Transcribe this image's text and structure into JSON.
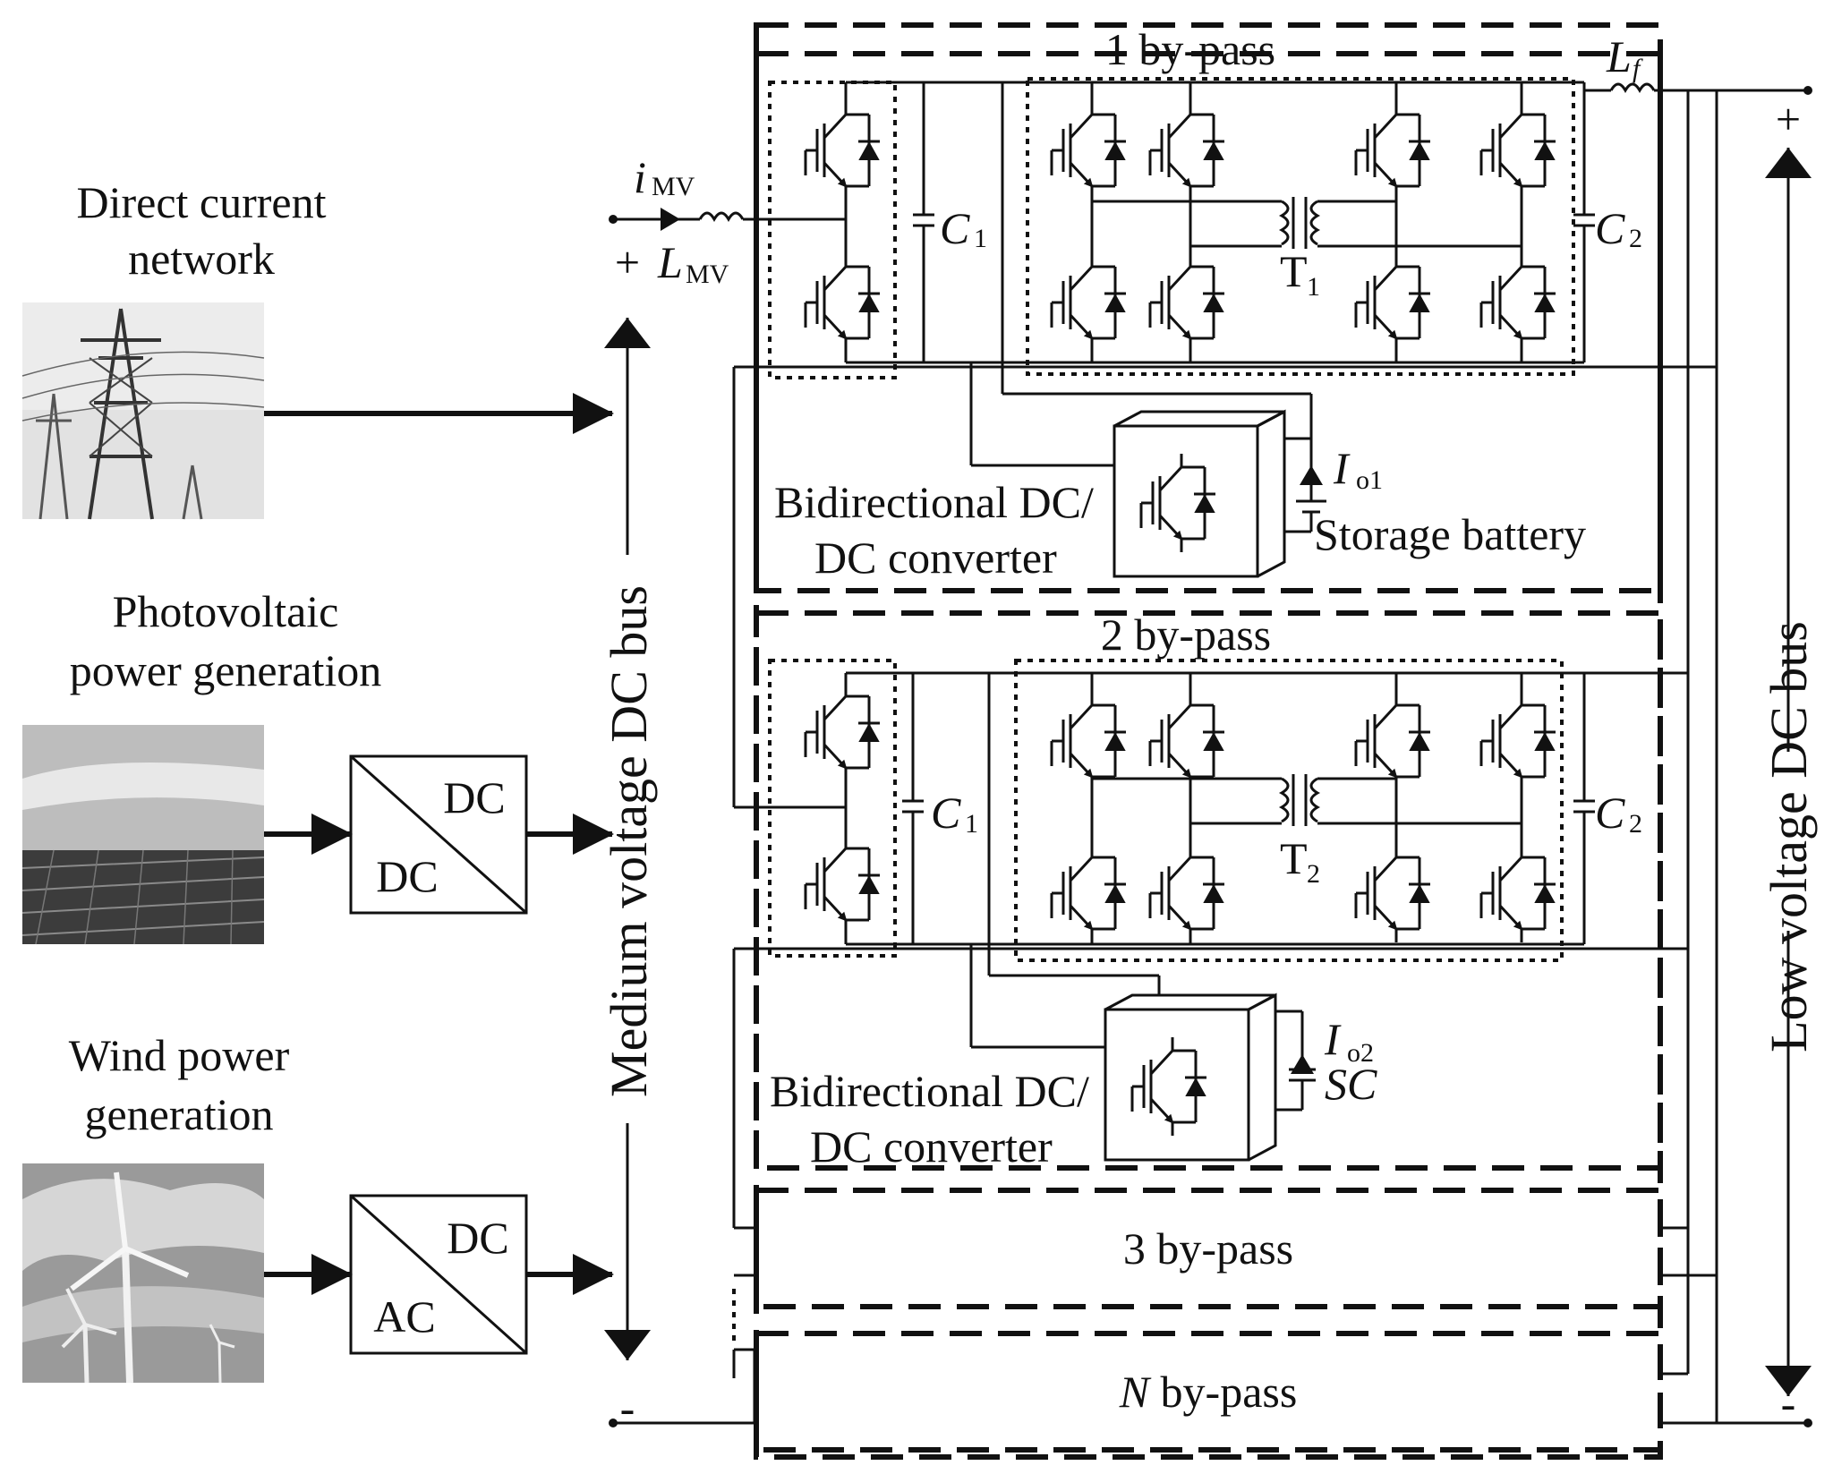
{
  "sources": {
    "dc_network": [
      "Direct current",
      "network"
    ],
    "pv": [
      "Photovoltaic",
      "power generation"
    ],
    "wind": [
      "Wind power",
      "generation"
    ]
  },
  "converters": {
    "pv_top": "DC",
    "pv_bottom": "DC",
    "wind_top": "DC",
    "wind_bottom": "AC"
  },
  "buses": {
    "medium": "Medium voltage DC bus",
    "low": "Low voltage DC bus",
    "plus": "+",
    "minus": "-"
  },
  "components": {
    "i_mv": "i",
    "i_mv_sub": "MV",
    "l_mv": "L",
    "l_mv_sub": "MV",
    "c": "C",
    "c1_sub": "1",
    "c2_sub": "2",
    "t": "T",
    "t1_sub": "1",
    "t2_sub": "2",
    "lf": "L",
    "lf_sub": "f",
    "io": "I",
    "io1_sub": "o1",
    "io2_sub": "o2",
    "sc": "SC"
  },
  "modules": {
    "m1_title": "1 by-pass",
    "m2_title": "2 by-pass",
    "m3_title": "3 by-pass",
    "mn_title_italic": "N",
    "mn_title_rest": " by-pass",
    "bidir_line1": "Bidirectional DC/",
    "bidir_line2": "DC converter",
    "storage": "Storage battery"
  }
}
